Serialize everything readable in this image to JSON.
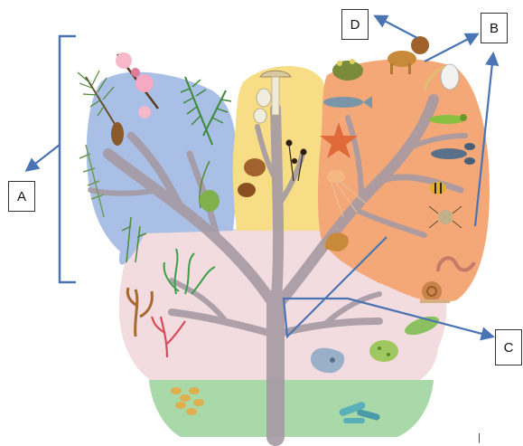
{
  "labels": {
    "a": "A",
    "b": "B",
    "c": "C",
    "d": "D"
  },
  "footer_mark": "|",
  "colors": {
    "plants": "#a9bfe6",
    "fungi": "#f7de86",
    "animals": "#f4a878",
    "protists": "#f2dcdf",
    "bacteria": "#a9d9a9",
    "tree": "#a69aa4",
    "arrow": "#4a74b3"
  },
  "icons": [
    "pine-branch-icon",
    "blossom-icon",
    "fern-icon",
    "moss-icon",
    "horsetail-icon",
    "mushroom-icon",
    "puffball-icon",
    "mold-icon",
    "frog-icon",
    "lion-icon",
    "pelican-icon",
    "fish-icon",
    "starfish-icon",
    "jellyfish-icon",
    "caterpillar-icon",
    "lobster-icon",
    "bee-icon",
    "spider-icon",
    "worm-icon",
    "snail-icon",
    "seaweed-icon",
    "red-algae-icon",
    "green-algae-icon",
    "paramecium-icon",
    "amoeba-icon",
    "bacteria-icon"
  ]
}
